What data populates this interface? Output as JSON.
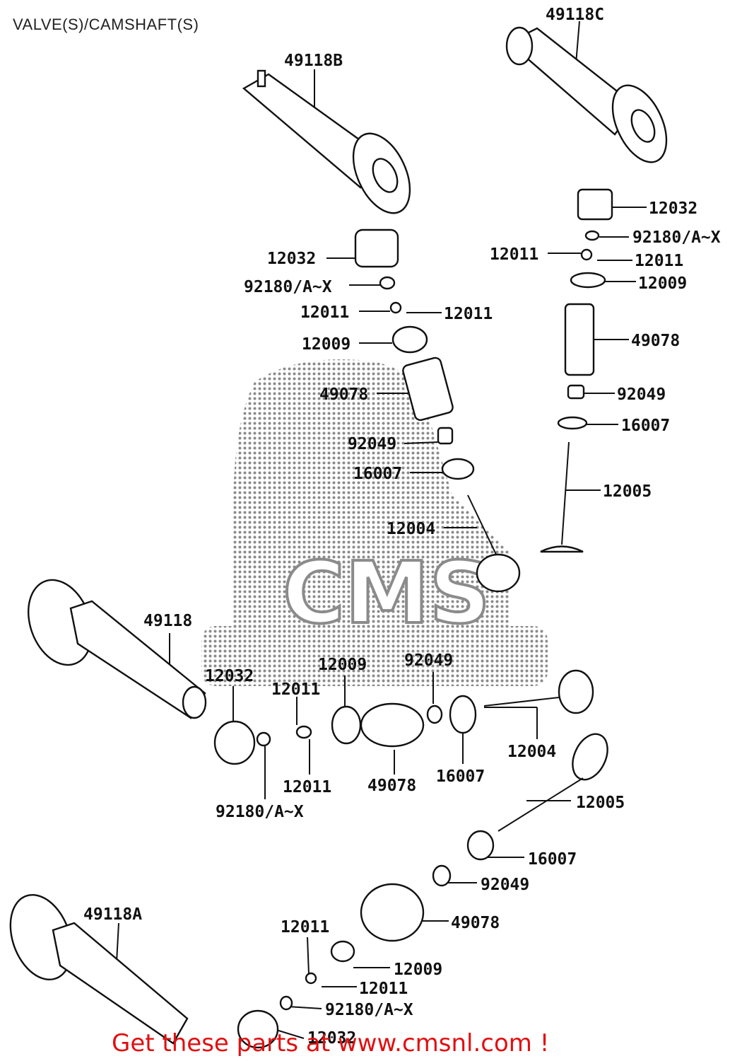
{
  "title": "VALVE(S)/CAMSHAFT(S)",
  "watermark": {
    "text": "CMS",
    "color": "#888888"
  },
  "footer": {
    "text": "Get these parts at www.cmsnl.com !",
    "color": "#e01010"
  },
  "labels": [
    {
      "id": "L1",
      "text": "49118C"
    },
    {
      "id": "L2",
      "text": "49118B"
    },
    {
      "id": "L3",
      "text": "12032"
    },
    {
      "id": "L4",
      "text": "92180/A~X"
    },
    {
      "id": "L5",
      "text": "12011"
    },
    {
      "id": "L6",
      "text": "12011"
    },
    {
      "id": "L7",
      "text": "12009"
    },
    {
      "id": "L8",
      "text": "12032"
    },
    {
      "id": "L9",
      "text": "92180/A~X"
    },
    {
      "id": "L10",
      "text": "12011"
    },
    {
      "id": "L11",
      "text": "12011"
    },
    {
      "id": "L12",
      "text": "49078"
    },
    {
      "id": "L13",
      "text": "12009"
    },
    {
      "id": "L14",
      "text": "49078"
    },
    {
      "id": "L15",
      "text": "92049"
    },
    {
      "id": "L16",
      "text": "92049"
    },
    {
      "id": "L17",
      "text": "16007"
    },
    {
      "id": "L18",
      "text": "16007"
    },
    {
      "id": "L19",
      "text": "12005"
    },
    {
      "id": "L20",
      "text": "12004"
    },
    {
      "id": "L21",
      "text": "49118"
    },
    {
      "id": "L22",
      "text": "12009"
    },
    {
      "id": "L23",
      "text": "92049"
    },
    {
      "id": "L24",
      "text": "12032"
    },
    {
      "id": "L25",
      "text": "12011"
    },
    {
      "id": "L26",
      "text": "12004"
    },
    {
      "id": "L27",
      "text": "12011"
    },
    {
      "id": "L28",
      "text": "49078"
    },
    {
      "id": "L29",
      "text": "16007"
    },
    {
      "id": "L30",
      "text": "92180/A~X"
    },
    {
      "id": "L31",
      "text": "12005"
    },
    {
      "id": "L32",
      "text": "16007"
    },
    {
      "id": "L33",
      "text": "92049"
    },
    {
      "id": "L34",
      "text": "49118A"
    },
    {
      "id": "L35",
      "text": "49078"
    },
    {
      "id": "L36",
      "text": "12011"
    },
    {
      "id": "L37",
      "text": "12009"
    },
    {
      "id": "L38",
      "text": "12011"
    },
    {
      "id": "L39",
      "text": "92180/A~X"
    },
    {
      "id": "L40",
      "text": "12032"
    }
  ]
}
